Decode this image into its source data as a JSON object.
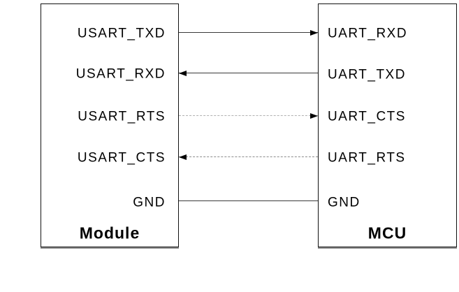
{
  "diagram": {
    "left_block": {
      "title": "Module",
      "pins": [
        "USART_TXD",
        "USART_RXD",
        "USART_RTS",
        "USART_CTS",
        "GND"
      ]
    },
    "right_block": {
      "title": "MCU",
      "pins": [
        "UART_RXD",
        "UART_TXD",
        "UART_CTS",
        "UART_RTS",
        "GND"
      ]
    },
    "connections": [
      {
        "from": "USART_TXD",
        "to": "UART_RXD",
        "direction": "left-to-right",
        "style": "solid"
      },
      {
        "from": "UART_TXD",
        "to": "USART_RXD",
        "direction": "right-to-left",
        "style": "solid"
      },
      {
        "from": "USART_RTS",
        "to": "UART_CTS",
        "direction": "left-to-right",
        "style": "dashed"
      },
      {
        "from": "UART_RTS",
        "to": "USART_CTS",
        "direction": "right-to-left",
        "style": "dashed"
      },
      {
        "from": "GND",
        "to": "GND",
        "direction": "none",
        "style": "solid"
      }
    ],
    "colors": {
      "border": "#111111",
      "shadow": "#8c8c8c",
      "line_solid": "#3a3a3a",
      "line_dash_light": "#b0b0b0",
      "line_dash_dark": "#8c8c8c",
      "arrow": "#000000",
      "text": "#000000",
      "background": "#ffffff"
    }
  }
}
